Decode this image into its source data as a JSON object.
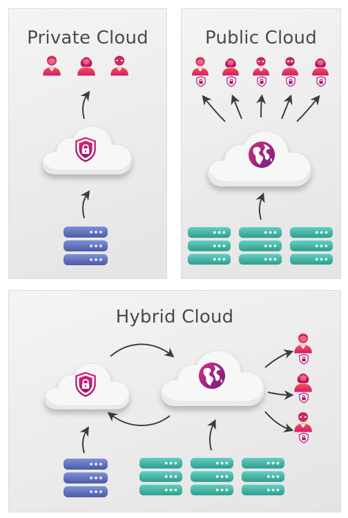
{
  "titles": {
    "private": "Private Cloud",
    "public": "Public Cloud",
    "hybrid": "Hybrid Cloud"
  },
  "icons": {
    "private_cloud": "padlock-shield-icon",
    "public_cloud": "globe-icon",
    "server": "server-rack-icon",
    "user": "user-avatar-icon",
    "user_badge": "padlock-shield-badge-icon",
    "arrow": "curved-arrow-icon"
  },
  "colors": {
    "user_gradient_top": "#f0544a",
    "user_gradient_bottom": "#d7196f",
    "shield": "#b0146e",
    "globe": "#8a1f7a",
    "private_server": "#5b6bb8",
    "public_server": "#3bb3a3",
    "arrow": "#3c3c3c",
    "cloud": "#f7f7f7"
  }
}
